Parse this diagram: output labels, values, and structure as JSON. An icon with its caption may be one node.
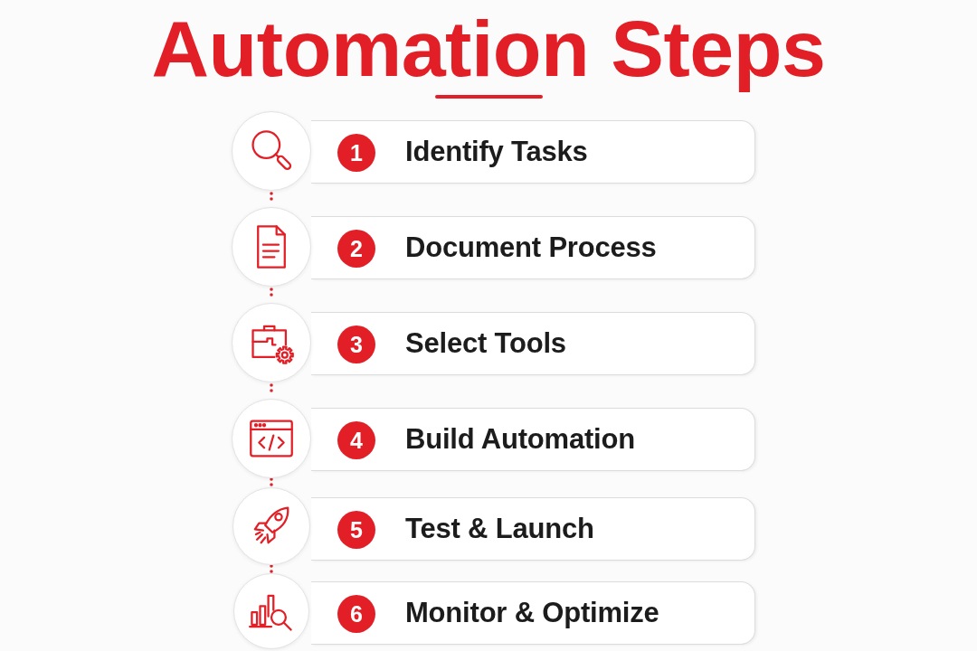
{
  "diagram": {
    "title": "Automation Steps",
    "nodes": [
      {
        "text": [],
        "shape": "circle"
      },
      {
        "text": [
          "Identify Tasks"
        ]
      },
      {
        "text": [
          "1"
        ],
        "in": 1
      },
      {
        "text": [],
        "shape": "circle"
      },
      {
        "text": [
          "Document Process"
        ]
      },
      {
        "text": [
          "2"
        ],
        "in": 4
      },
      {
        "text": [],
        "shape": "circle"
      },
      {
        "text": [
          "Select Tools"
        ]
      },
      {
        "text": [
          "3"
        ],
        "in": 7
      },
      {
        "text": [],
        "shape": "circle"
      },
      {
        "text": [
          "Build Automation"
        ]
      },
      {
        "text": [
          "4"
        ],
        "in": 10
      },
      {
        "text": [],
        "shape": "circle"
      },
      {
        "text": [
          "Test & Launch"
        ]
      },
      {
        "text": [
          "5"
        ],
        "in": 13
      },
      {
        "text": [],
        "shape": "circle"
      },
      {
        "text": [
          "Monitor & Optimize"
        ]
      },
      {
        "text": [
          "6"
        ],
        "in": 16
      }
    ],
    "edges": [
      {
        "from": 0,
        "to": 3,
        "arrow": "none",
        "style": "dashed"
      },
      {
        "from": 3,
        "to": 6,
        "arrow": "none",
        "style": "dashed"
      },
      {
        "from": 6,
        "to": 9,
        "arrow": "none",
        "style": "dashed"
      },
      {
        "from": 9,
        "to": 12,
        "arrow": "none",
        "style": "dashed"
      },
      {
        "from": 12,
        "to": 15,
        "arrow": "none",
        "style": "dashed"
      }
    ]
  }
}
